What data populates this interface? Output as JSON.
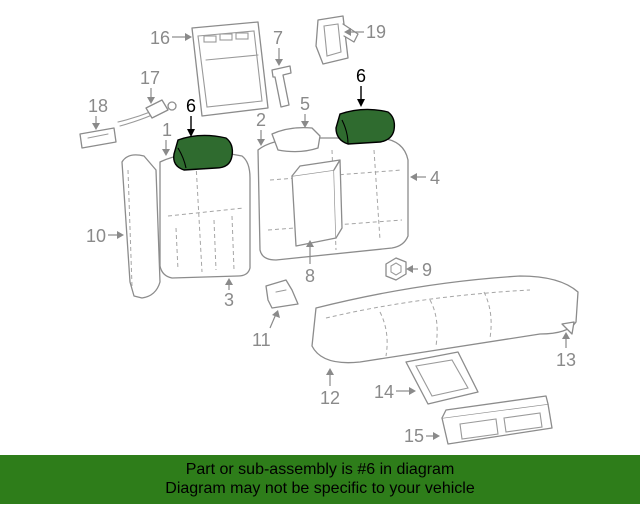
{
  "diagram": {
    "callouts": {
      "c1": "1",
      "c2": "2",
      "c3": "3",
      "c4": "4",
      "c5": "5",
      "c6_left": "6",
      "c6_right": "6",
      "c7": "7",
      "c8": "8",
      "c9": "9",
      "c10": "10",
      "c11": "11",
      "c12": "12",
      "c13": "13",
      "c14": "14",
      "c15": "15",
      "c16": "16",
      "c17": "17",
      "c18": "18",
      "c19": "19"
    },
    "highlight_color": "#2f6b2f"
  },
  "footer": {
    "line1": "Part or sub-assembly is #6 in diagram",
    "line2": "Diagram may not be specific to your vehicle",
    "background_color": "#2e7d1a"
  }
}
